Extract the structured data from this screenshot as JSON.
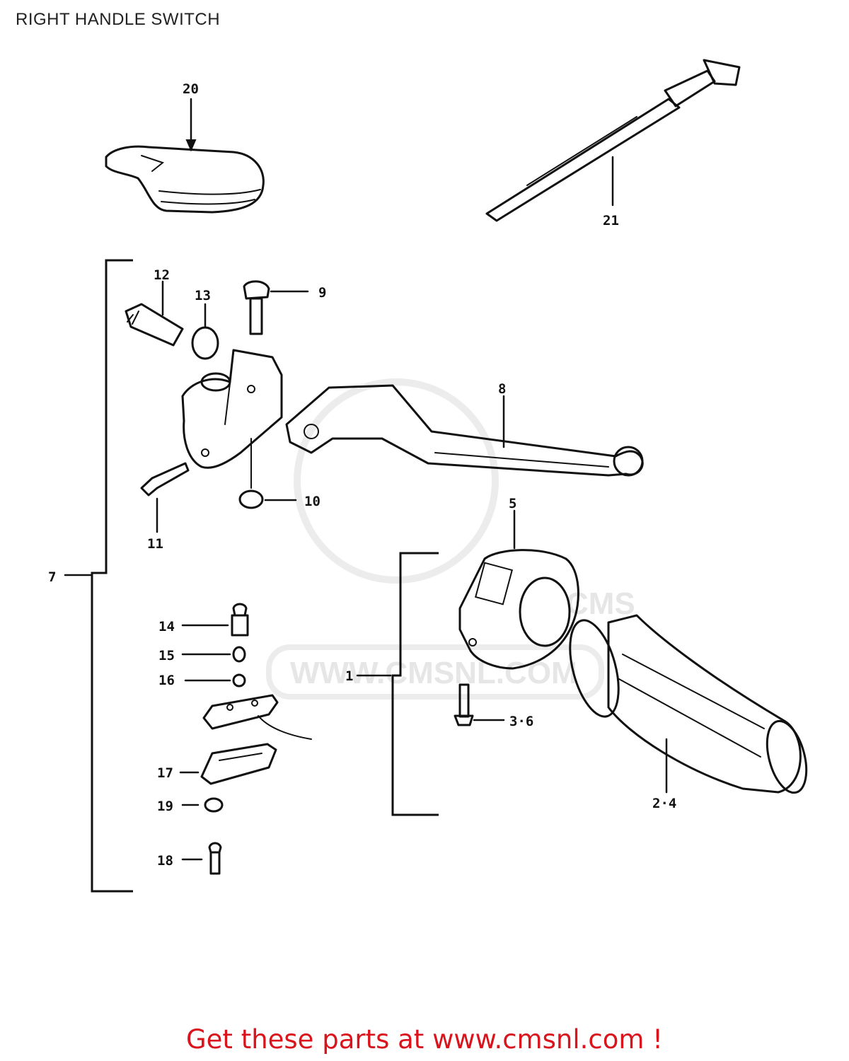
{
  "page": {
    "title": "RIGHT HANDLE SWITCH"
  },
  "watermark": {
    "text": "WWW.CMSNL.COM"
  },
  "callouts": {
    "c20": "20",
    "c21": "21",
    "c12": "12",
    "c13": "13",
    "c9": "9",
    "c8": "8",
    "c10": "10",
    "c11": "11",
    "c5": "5",
    "c7": "7",
    "c14": "14",
    "c15": "15",
    "c16": "16",
    "c1": "1",
    "c36": "3·6",
    "c17": "17",
    "c19": "19",
    "c24": "2·4",
    "c18": "18"
  },
  "footer": {
    "link_text": "Get these parts at www.cmsnl.com !"
  },
  "colors": {
    "footer_link": "#d9141c",
    "lines": "#111111"
  }
}
